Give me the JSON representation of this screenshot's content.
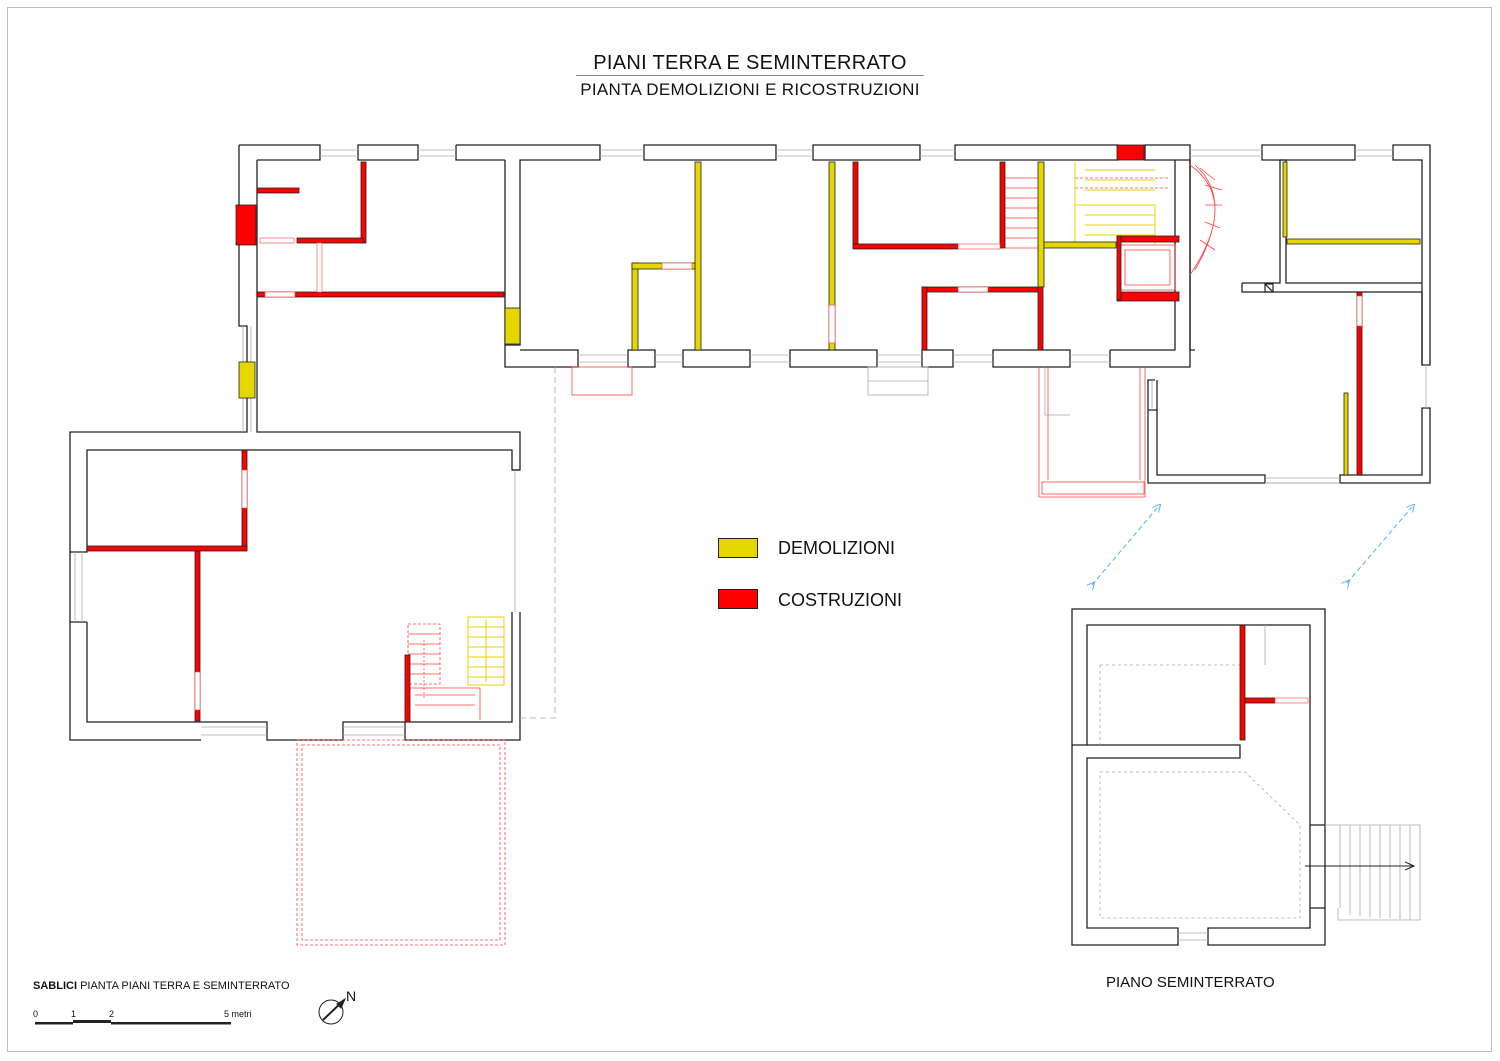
{
  "title": "PIANI TERRA E SEMINTERRATO",
  "subtitle": "PIANTA DEMOLIZIONI E RICOSTRUZIONI",
  "legend": [
    {
      "label": "DEMOLIZIONI",
      "color": "#e6d600"
    },
    {
      "label": "COSTRUZIONI",
      "color": "#ff0000"
    }
  ],
  "basement_caption": "PIANO SEMINTERRATO",
  "footer": {
    "project": "SABLICI",
    "caption": "PIANTA PIANI TERRA E SEMINTERRATO"
  },
  "scale_bar": {
    "ticks": [
      "0",
      "1",
      "2",
      "5 metri"
    ]
  },
  "north_label": "N",
  "colors": {
    "wall": "#222222",
    "demolition": "#e6d600",
    "construction": "#ff0000",
    "hint": "#aaaaaa",
    "dim_arrow": "#4fb3e6"
  }
}
